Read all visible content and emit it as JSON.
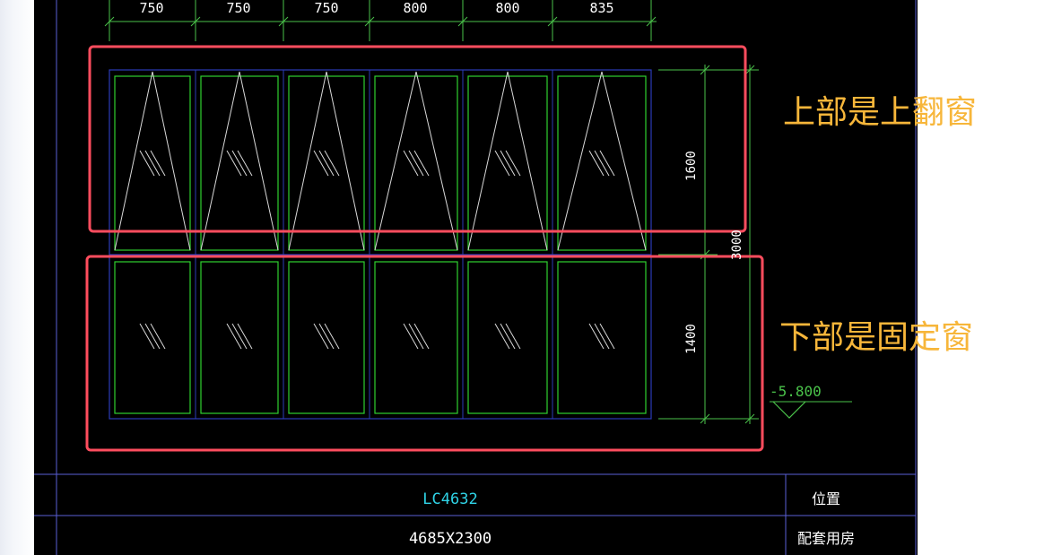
{
  "colors": {
    "background": "#000000",
    "frame_outline": "#2b3bb8",
    "sash_outline": "#2fd02f",
    "dimension_line": "#4ac24a",
    "glass_mark": "#d9d9d9",
    "dimension_text": "#ffffff",
    "highlight_box": "#ff4d5e",
    "callout_text": "#f7b63a",
    "title_cyan": "#2fd3e6",
    "title_block_line": "#5a5fd6"
  },
  "dimensions": {
    "widths": [
      "750",
      "750",
      "750",
      "800",
      "800",
      "835"
    ],
    "height_upper": "1600",
    "height_overall": "3000",
    "height_lower": "1400"
  },
  "level_marker": "-5.800",
  "annotations": {
    "upper": "上部是上翻窗",
    "lower": "下部是固定窗"
  },
  "title_block": {
    "code": "LC4632",
    "size": "4685X2300",
    "location_label": "位置",
    "location_value": "配套用房"
  }
}
